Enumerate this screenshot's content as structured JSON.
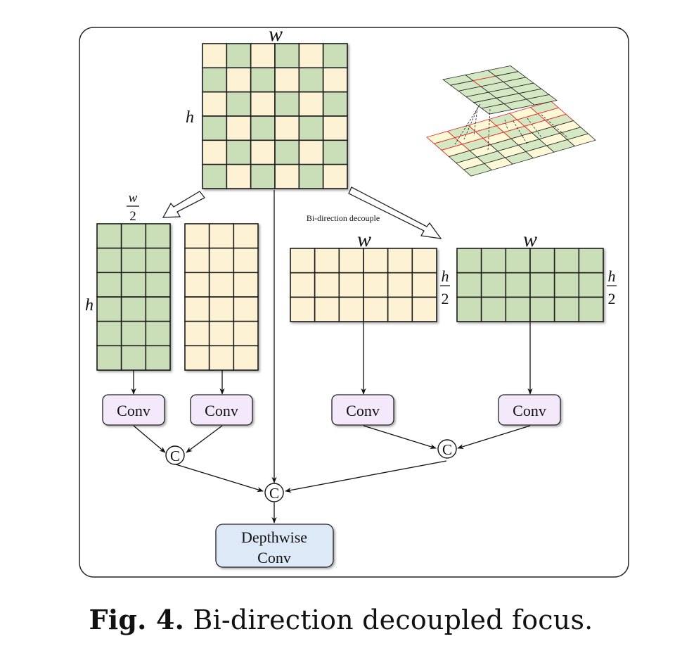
{
  "figure": {
    "caption_label": "Fig. 4.",
    "caption_text": " Bi-direction decoupled focus."
  },
  "colors": {
    "green_cell": "#cadfb8",
    "yellow_cell": "#fdf2d3",
    "conv_fill": "#f4e9fb",
    "depthwise_fill": "#dee9f7",
    "grid_line": "#1a1a1a",
    "highlight_red": "#e0302a",
    "persp_green": "#d3e8c3",
    "persp_yellow": "#fdf8d6"
  },
  "input_map": {
    "label_width": "w",
    "label_height": "h",
    "rows": 6,
    "cols": 6,
    "pattern": "checkerboard"
  },
  "arrow_label": "Bi-direction decouple",
  "vertical_split": {
    "width_label_num": "w",
    "width_label_den": "2",
    "height_label": "h",
    "rows": 6,
    "cols": 3,
    "maps": [
      {
        "name": "green-half",
        "color": "green"
      },
      {
        "name": "yellow-half",
        "color": "yellow"
      }
    ]
  },
  "horizontal_split": {
    "width_label": "w",
    "height_label_num": "h",
    "height_label_den": "2",
    "rows": 3,
    "cols": 6,
    "maps": [
      {
        "name": "yellow-half",
        "color": "yellow"
      },
      {
        "name": "green-half",
        "color": "green"
      }
    ]
  },
  "nodes": {
    "conv_label": "Conv",
    "concat_symbol": "C",
    "depthwise_line1": "Depthwise",
    "depthwise_line2": "Conv"
  },
  "perspective_inset": {
    "top_grid": {
      "rows": 6,
      "cols": 3
    },
    "bottom_grid": {
      "rows": 6,
      "cols": 6
    }
  }
}
